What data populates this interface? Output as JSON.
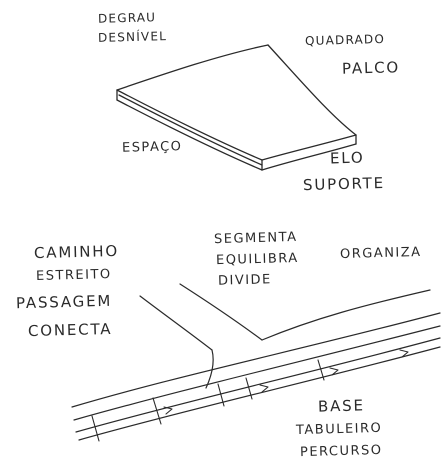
{
  "sketch_top": {
    "labels": {
      "degrau": "DEGRAU",
      "desnivel": "DESNÍVEL",
      "quadrado": "QUADRADO",
      "palco": "PALCO",
      "espaco": "ESPAÇO",
      "elo": "ELO",
      "suporte": "SUPORTE"
    }
  },
  "sketch_bottom": {
    "labels": {
      "caminho": "CAMINHO",
      "estreito": "ESTREITO",
      "passagem": "PASSAGEM",
      "conecta": "CONECTA",
      "segmenta": "SEGMENTA",
      "equilibra": "EQUILIBRA",
      "divide": "DIVIDE",
      "organiza": "ORGANIZA",
      "base": "BASE",
      "tabuleiro": "TABULEIRO",
      "percurso": "PERCURSO"
    }
  },
  "colors": {
    "ink": "#2a2a2a",
    "paper": "#ffffff"
  }
}
